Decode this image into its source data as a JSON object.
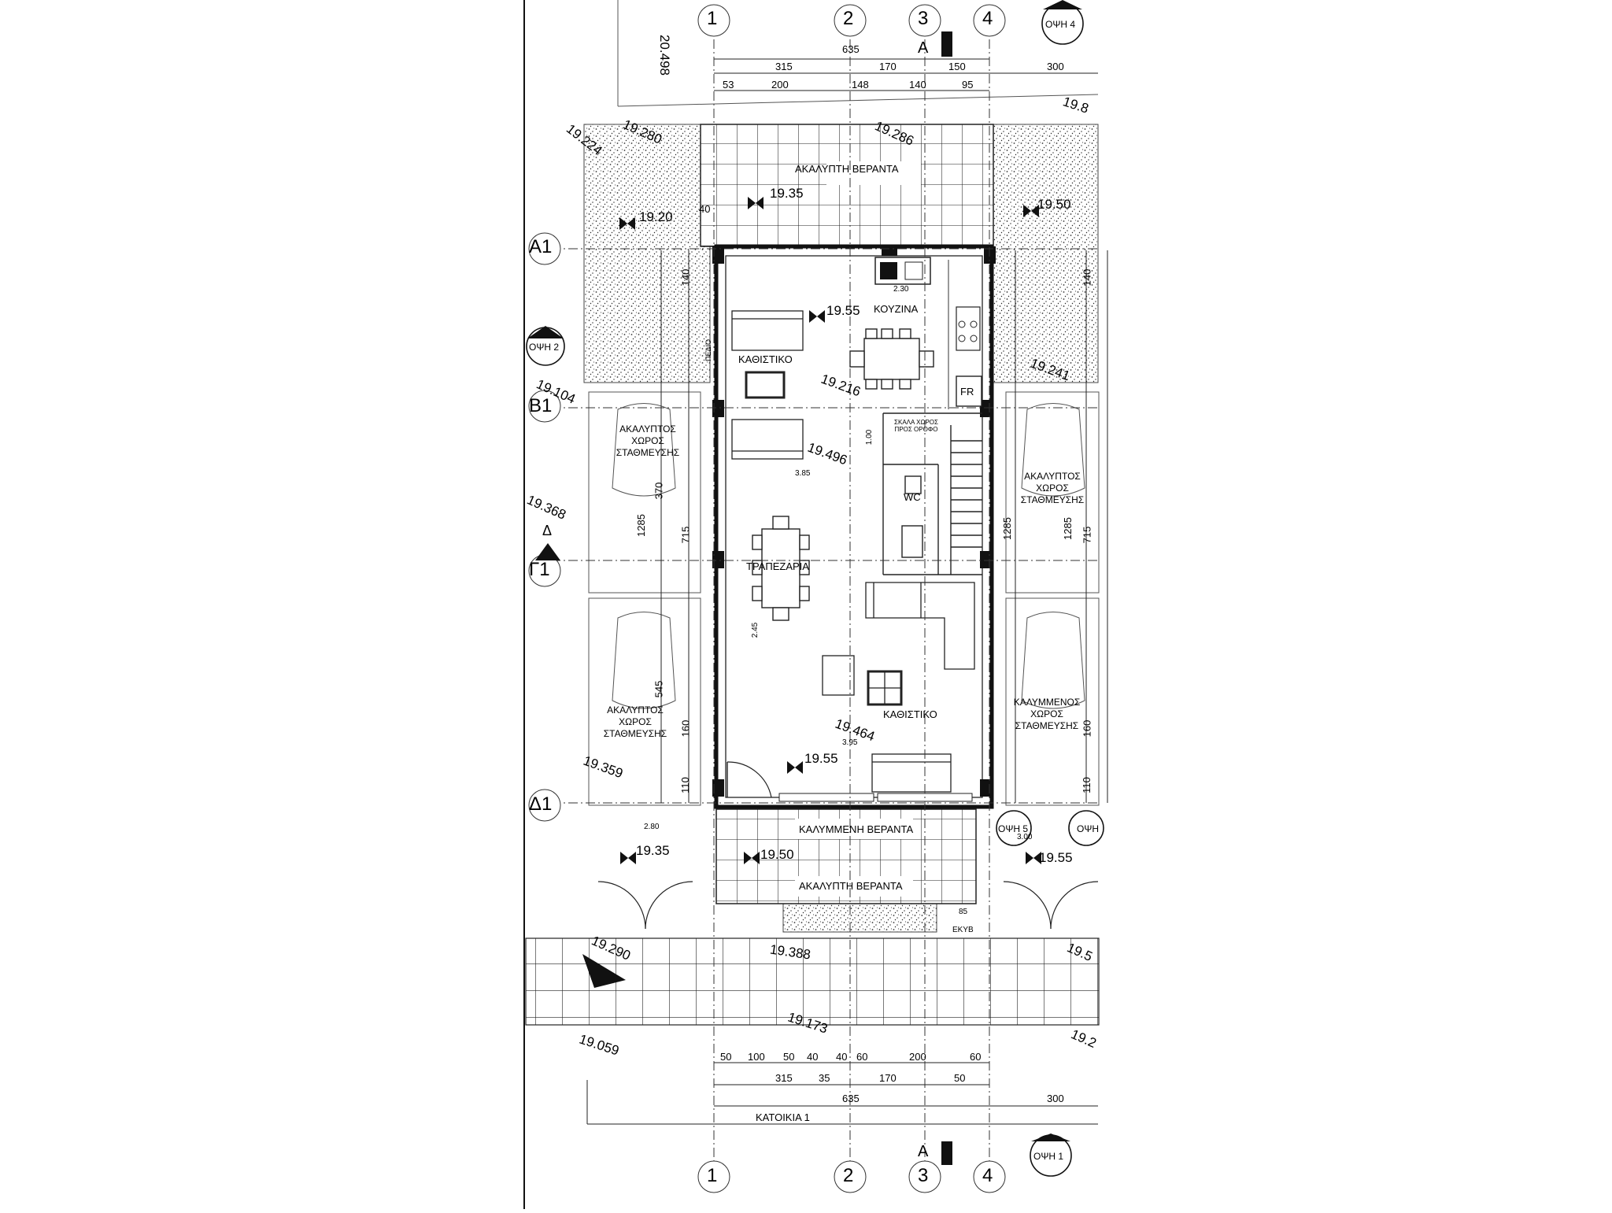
{
  "drawing": {
    "caption": "ΚΑΤΟΙΚΙΑ 1",
    "grid_cols": [
      "1",
      "2",
      "3",
      "4"
    ],
    "grid_rows": [
      "A1",
      "B1",
      "Γ1",
      "Δ1"
    ],
    "section_mark": "A",
    "section_mark_side": "Δ",
    "views": {
      "v1": "ΟΨΗ 1",
      "v2": "ΟΨΗ 2",
      "v4": "ΟΨΗ 4",
      "v5": "ΟΨΗ 5",
      "v6": "ΟΨΗ"
    }
  },
  "rooms": {
    "uncovered_veranda_top": "ΑΚΑΛΥΠΤΗ ΒΕΡΑΝΤΑ",
    "kitchen": "ΚΟΥΖΙΝΑ",
    "living_top": "ΚΑΘΙΣΤΙΚΟ",
    "fr": "FR",
    "stairs": "ΣΚΑΛΑ ΧΩΡΟΣ ΠΡΟΣ ΟΡΟΦΟ",
    "wc": "WC",
    "dining": "ΤΡΑΠΕΖΑΡΙΑ",
    "living_bottom": "ΚΑΘΙΣΤΙΚΟ",
    "covered_veranda": "ΚΑΛΥΜΜΕΝΗ ΒΕΡΑΝΤΑ",
    "uncovered_veranda_bottom": "ΑΚΑΛΥΠΤΗ ΒΕΡΑΝΤΑ",
    "ekyb": "ΕΚΥΒ",
    "pedio": "ΠΕΔΙΟ",
    "park_left_top": [
      "ΑΚΑΛΥΠΤΟΣ",
      "ΧΩΡΟΣ",
      "ΣΤΑΘΜΕΥΣΗΣ"
    ],
    "park_left_bottom": [
      "ΑΚΑΛΥΠΤΟΣ",
      "ΧΩΡΟΣ",
      "ΣΤΑΘΜΕΥΣΗΣ"
    ],
    "park_right_top": [
      "ΑΚΑΛΥΠΤΟΣ",
      "ΧΩΡΟΣ",
      "ΣΤΑΘΜΕΥΣΗΣ"
    ],
    "park_right_bottom": [
      "ΚΑΛΥΜΜΕΝΟΣ",
      "ΧΩΡΟΣ",
      "ΣΤΑΘΜΕΥΣΗΣ"
    ]
  },
  "dims_top": {
    "overall": "635",
    "row2": [
      "315",
      "170",
      "150",
      "300"
    ],
    "row3": [
      "53",
      "200",
      "148",
      "140",
      "95"
    ]
  },
  "dims_bottom": {
    "row1": [
      "50",
      "100",
      "50",
      "40",
      "40",
      "60",
      "200",
      "60"
    ],
    "row2": [
      "315",
      "35",
      "170",
      "50"
    ],
    "overall": "635",
    "right": "300"
  },
  "dims_side": {
    "left_total": "1285",
    "left_a": "370",
    "left_b": "715",
    "left_c": "545",
    "left_d": "160",
    "left_e": "110",
    "left_f": "140",
    "right_total": "1285",
    "right_a": "1285",
    "right_b": "715",
    "right_c": "160",
    "right_d": "110",
    "right_e": "140"
  },
  "elevations": {
    "e1": "20.498",
    "e2": "19.280",
    "e3": "19.224",
    "e4": "19.286",
    "e5": "19.8",
    "e6": "19.35",
    "e7": "19.20",
    "e8": "19.50",
    "e9": "19.55",
    "e10": "19.216",
    "e11": "19.241",
    "e12": "19.104",
    "e13": "19.496",
    "e14": "19.368",
    "e15": "19.464",
    "e16": "19.55",
    "e17": "19.359",
    "e18": "19.35",
    "e19": "19.50",
    "e20": "19.55",
    "e21": "19.290",
    "e22": "19.388",
    "e23": "19.5",
    "e24": "19.173",
    "e25": "19.059",
    "e26": "19.2"
  },
  "small_dims": {
    "d40": "40",
    "d385": "3.85",
    "d230": "2.30",
    "d280": "2.80",
    "d300": "3.00",
    "d395": "3.95",
    "d245": "2.45",
    "d100": "1.00",
    "d85": "85"
  }
}
